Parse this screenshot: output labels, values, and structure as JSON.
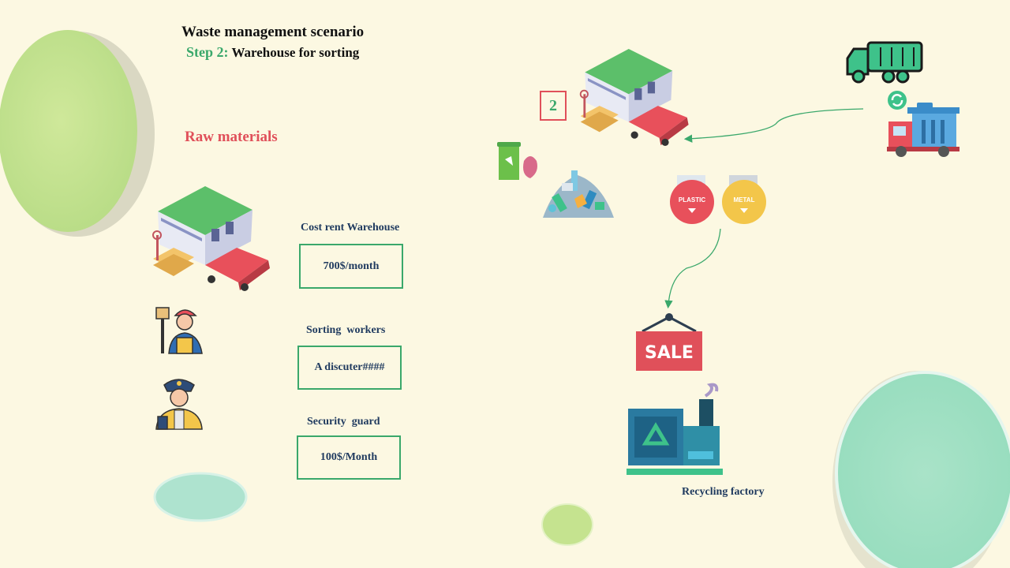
{
  "header": {
    "title": "Waste management scenario",
    "step_prefix": "Step 2:",
    "step_text": "Warehouse for sorting"
  },
  "section_raw": "Raw materials",
  "costs": [
    {
      "label": "Cost rent Warehouse",
      "value": "700$/month"
    },
    {
      "label": "Sorting  workers",
      "value": "A discuter####"
    },
    {
      "label": "Security  guard",
      "value": "100$/Month"
    }
  ],
  "diagram": {
    "step_number": "2",
    "bin_labels": [
      "PLASTIC",
      "METAL"
    ],
    "sale_sign": "SALE",
    "factory_label": "Recycling factory"
  },
  "colors": {
    "background": "#fcf8e2",
    "accent_green": "#3aa86b",
    "accent_red": "#e0505a",
    "text_navy": "#1f3a5f"
  }
}
